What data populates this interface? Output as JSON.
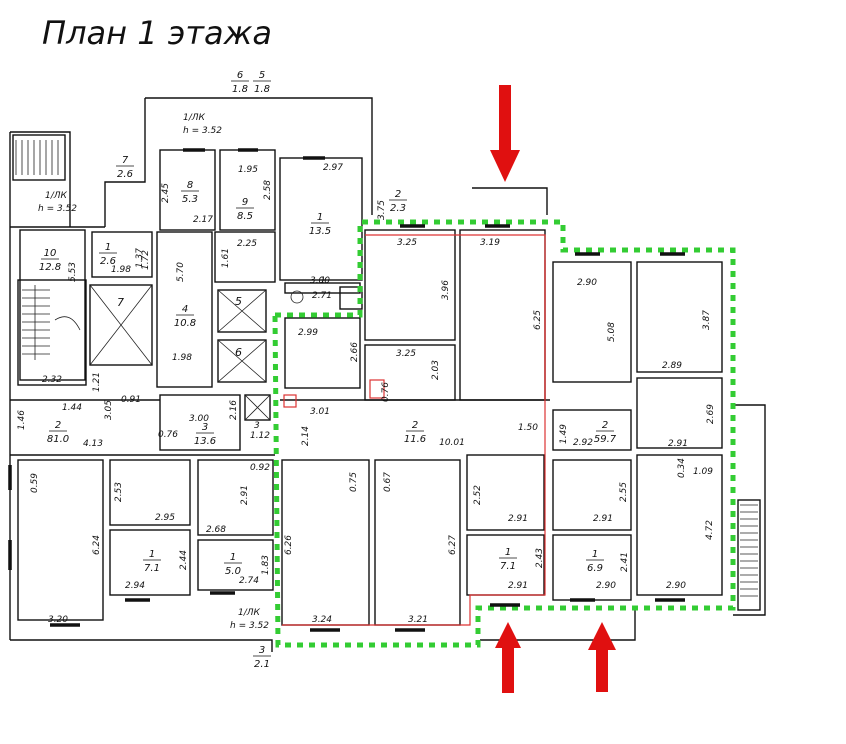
{
  "title": "План 1 этажа",
  "colors": {
    "walls": "#111111",
    "highlight": "#33cc33",
    "unit_outline": "#dd3333",
    "arrow": "#e01010"
  },
  "corridor_labels": [
    {
      "name": "corridor-label-top-center",
      "num": "2",
      "area": "2.3"
    },
    {
      "name": "corridor-label-main",
      "num": "2",
      "area": "11.6"
    },
    {
      "name": "corridor-label-right",
      "num": "2",
      "area": "59.7"
    },
    {
      "name": "corridor-label-left",
      "num": "2",
      "area": "81.0"
    }
  ],
  "room_labels": [
    {
      "name": "room-6",
      "num": "6",
      "area": "1.8"
    },
    {
      "name": "room-5-top",
      "num": "5",
      "area": "1.8"
    },
    {
      "name": "room-7-top",
      "num": "7",
      "area": "2.6"
    },
    {
      "name": "room-8",
      "num": "8",
      "area": "5.3"
    },
    {
      "name": "room-9",
      "num": "9",
      "area": "8.5"
    },
    {
      "name": "room-1-top",
      "num": "1",
      "area": "13.5"
    },
    {
      "name": "room-10",
      "num": "10",
      "area": "12.8"
    },
    {
      "name": "room-1-small",
      "num": "1",
      "area": "2.6"
    },
    {
      "name": "room-4",
      "num": "4",
      "area": "10.8"
    },
    {
      "name": "room-3",
      "num": "3",
      "area": "13.6"
    },
    {
      "name": "room-1-left-a",
      "num": "1",
      "area": "7.1"
    },
    {
      "name": "room-1-left-b",
      "num": "1",
      "area": "5.0"
    },
    {
      "name": "room-1-center",
      "num": "1",
      "area": "7.1"
    },
    {
      "name": "room-1-right",
      "num": "1",
      "area": "6.9"
    },
    {
      "name": "room-3-bottom",
      "num": "3",
      "area": "2.1"
    }
  ],
  "misc_labels": {
    "tag_1lk": "1/ЛК",
    "height": "h = 3.52",
    "elev_5": "5",
    "elev_6": "6",
    "elev_7": "7",
    "num_3": "3",
    "num_1": "1"
  },
  "dimensions": [
    "1.95",
    "2.97",
    "2.58",
    "2.45",
    "2.17",
    "1.61",
    "2.25",
    "3.75",
    "5.53",
    "1.37",
    "1.72",
    "1.98",
    "5.70",
    "1.98",
    "3.00",
    "2.71",
    "3.25",
    "3.19",
    "3.96",
    "6.25",
    "2.99",
    "2.66",
    "3.25",
    "2.03",
    "0.76",
    "2.90",
    "3.87",
    "5.08",
    "2.89",
    "2.69",
    "3.01",
    "2.14",
    "10.01",
    "1.50",
    "1.49",
    "2.92",
    "2.91",
    "0.34",
    "1.09",
    "2.32",
    "1.21",
    "1.44",
    "3.05",
    "0.91",
    "4.13",
    "1.46",
    "0.76",
    "3.00",
    "2.16",
    "1.12",
    "0.92",
    "0.59",
    "2.53",
    "2.95",
    "6.24",
    "2.44",
    "2.94",
    "3.20",
    "2.91",
    "2.68",
    "1.83",
    "2.74",
    "0.75",
    "0.67",
    "6.26",
    "6.27",
    "2.52",
    "2.91",
    "2.43",
    "2.91",
    "2.55",
    "2.91",
    "4.72",
    "2.41",
    "2.90",
    "2.90",
    "3.24",
    "3.21"
  ],
  "arrows": [
    "arrow-top",
    "arrow-bottom-left",
    "arrow-bottom-right"
  ]
}
